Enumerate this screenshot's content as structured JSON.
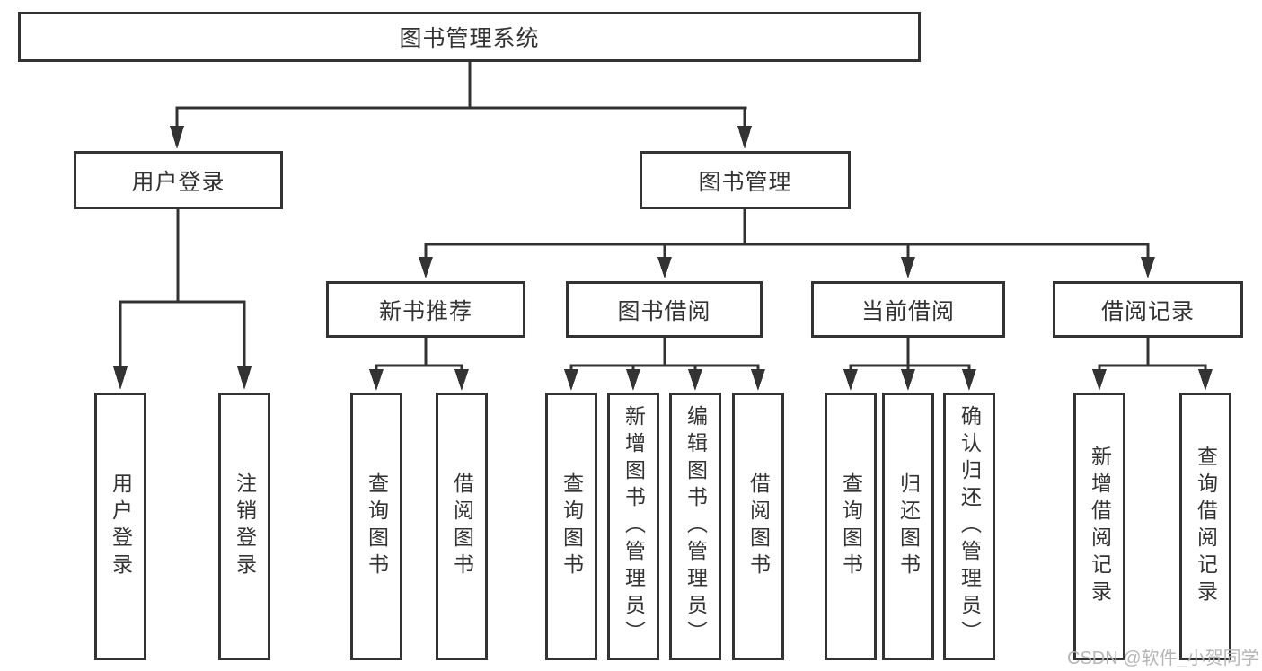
{
  "tree": {
    "root": "图书管理系统",
    "branches": [
      {
        "label": "用户登录",
        "leaves": [
          "用户登录",
          "注销登录"
        ]
      },
      {
        "label": "图书管理",
        "sections": [
          {
            "label": "新书推荐",
            "leaves": [
              "查询图书",
              "借阅图书"
            ]
          },
          {
            "label": "图书借阅",
            "leaves": [
              "查询图书",
              "新增图书（管理员）",
              "编辑图书（管理员）",
              "借阅图书"
            ]
          },
          {
            "label": "当前借阅",
            "leaves": [
              "查询图书",
              "归还图书",
              "确认归还（管理员）"
            ]
          },
          {
            "label": "借阅记录",
            "leaves": [
              "新增借阅记录",
              "查询借阅记录"
            ]
          }
        ]
      }
    ]
  },
  "watermark": {
    "text": "CSDN @软件_小贺同学"
  },
  "colors": {
    "line": "#333333",
    "text": "#333333",
    "watermark": "#b2b2b2",
    "background": "#ffffff"
  }
}
